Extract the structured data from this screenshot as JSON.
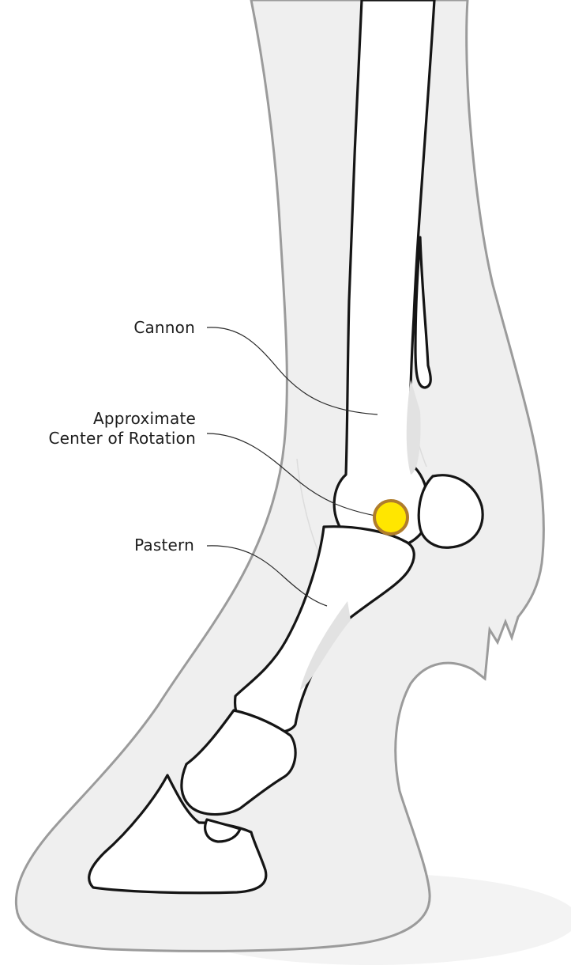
{
  "labels": {
    "cannon": "Cannon",
    "center_line1": "Approximate",
    "center_line2": "Center of Rotation",
    "pastern": "Pastern"
  },
  "colors": {
    "background": "#ffffff",
    "soft_tissue_fill": "#efefef",
    "soft_tissue_outline": "#9b9b9b",
    "bone_fill": "#ffffff",
    "bone_outline": "#151515",
    "bone_shading": "#e2e2e2",
    "ground_shadow": "#f3f3f3",
    "rotation_marker_fill": "#ffe600",
    "rotation_marker_ring": "#b07d2c",
    "leader_line": "#2a2a2a"
  },
  "icons": {
    "rotation_marker": "filled-circle-icon"
  }
}
